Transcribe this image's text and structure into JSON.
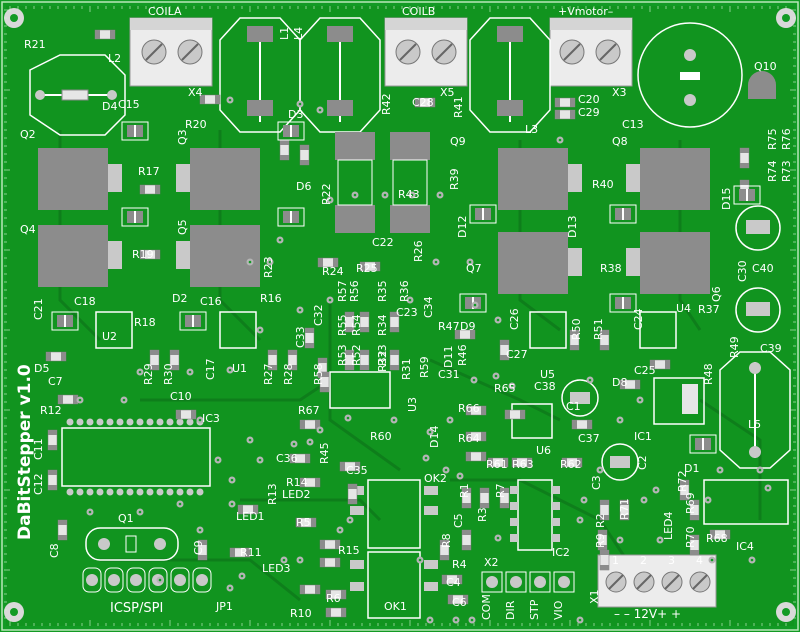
{
  "board": {
    "title": "DaBitStepper v1.0",
    "colors": {
      "pcb": "#129a24",
      "copper": "#0f7d1d",
      "silk": "#ffffff",
      "pad": "#c9c9c9",
      "pad_dark": "#8c8c8c",
      "via": "#b5b5b5"
    }
  },
  "labels": [
    {
      "id": "coila",
      "text": "COILA"
    },
    {
      "id": "coilb",
      "text": "COILB"
    },
    {
      "id": "vmotor",
      "text": "+Vmotor–"
    },
    {
      "id": "r21",
      "text": "R21"
    },
    {
      "id": "l2",
      "text": "L2"
    },
    {
      "id": "x4",
      "text": "X4"
    },
    {
      "id": "l1",
      "text": "L1"
    },
    {
      "id": "l4",
      "text": "L4"
    },
    {
      "id": "x5",
      "text": "X5"
    },
    {
      "id": "x3",
      "text": "X3"
    },
    {
      "id": "q10",
      "text": "Q10"
    },
    {
      "id": "d4",
      "text": "D4"
    },
    {
      "id": "c15",
      "text": "C15"
    },
    {
      "id": "r20",
      "text": "R20"
    },
    {
      "id": "d3",
      "text": "D3"
    },
    {
      "id": "r42",
      "text": "R42"
    },
    {
      "id": "c28",
      "text": "C28"
    },
    {
      "id": "r41",
      "text": "R41"
    },
    {
      "id": "l3",
      "text": "L3"
    },
    {
      "id": "c20",
      "text": "C20"
    },
    {
      "id": "c29",
      "text": "C29"
    },
    {
      "id": "c13",
      "text": "C13"
    },
    {
      "id": "r75",
      "text": "R75"
    },
    {
      "id": "r76",
      "text": "R76"
    },
    {
      "id": "r74",
      "text": "R74"
    },
    {
      "id": "r73",
      "text": "R73"
    },
    {
      "id": "q2",
      "text": "Q2"
    },
    {
      "id": "q3",
      "text": "Q3"
    },
    {
      "id": "r17",
      "text": "R17"
    },
    {
      "id": "d6",
      "text": "D6"
    },
    {
      "id": "r22",
      "text": "R22"
    },
    {
      "id": "r43",
      "text": "R43"
    },
    {
      "id": "q9",
      "text": "Q9"
    },
    {
      "id": "r39",
      "text": "R39"
    },
    {
      "id": "q8",
      "text": "Q8"
    },
    {
      "id": "r40",
      "text": "R40"
    },
    {
      "id": "d15",
      "text": "D15"
    },
    {
      "id": "q4",
      "text": "Q4"
    },
    {
      "id": "q5",
      "text": "Q5"
    },
    {
      "id": "r19",
      "text": "R19"
    },
    {
      "id": "r23",
      "text": "R23"
    },
    {
      "id": "c22",
      "text": "C22"
    },
    {
      "id": "r26",
      "text": "R26"
    },
    {
      "id": "d12",
      "text": "D12"
    },
    {
      "id": "d13",
      "text": "D13"
    },
    {
      "id": "q7",
      "text": "Q7"
    },
    {
      "id": "r38",
      "text": "R38"
    },
    {
      "id": "q6",
      "text": "Q6"
    },
    {
      "id": "c40",
      "text": "C40"
    },
    {
      "id": "c30",
      "text": "C30"
    },
    {
      "id": "r24",
      "text": "R24"
    },
    {
      "id": "r25",
      "text": "R25"
    },
    {
      "id": "c21",
      "text": "C21"
    },
    {
      "id": "c18",
      "text": "C18"
    },
    {
      "id": "d2",
      "text": "D2"
    },
    {
      "id": "c16",
      "text": "C16"
    },
    {
      "id": "r16",
      "text": "R16"
    },
    {
      "id": "r57",
      "text": "R57"
    },
    {
      "id": "r56",
      "text": "R56"
    },
    {
      "id": "r35",
      "text": "R35"
    },
    {
      "id": "r36",
      "text": "R36"
    },
    {
      "id": "d9",
      "text": "D9"
    },
    {
      "id": "c26",
      "text": "C26"
    },
    {
      "id": "c24",
      "text": "C24"
    },
    {
      "id": "u4",
      "text": "U4"
    },
    {
      "id": "r37",
      "text": "R37"
    },
    {
      "id": "c39",
      "text": "C39"
    },
    {
      "id": "r18",
      "text": "R18"
    },
    {
      "id": "u2",
      "text": "U2"
    },
    {
      "id": "r55",
      "text": "R55"
    },
    {
      "id": "r54",
      "text": "R54"
    },
    {
      "id": "r34",
      "text": "R34"
    },
    {
      "id": "c23",
      "text": "C23"
    },
    {
      "id": "c34",
      "text": "C34"
    },
    {
      "id": "r47",
      "text": "R47"
    },
    {
      "id": "r50",
      "text": "R50"
    },
    {
      "id": "r51",
      "text": "R51"
    },
    {
      "id": "r49",
      "text": "R49"
    },
    {
      "id": "c32",
      "text": "C32"
    },
    {
      "id": "c33",
      "text": "C33"
    },
    {
      "id": "r53",
      "text": "R53"
    },
    {
      "id": "r52",
      "text": "R52"
    },
    {
      "id": "r33",
      "text": "R33"
    },
    {
      "id": "r32",
      "text": "R32"
    },
    {
      "id": "d11",
      "text": "D11"
    },
    {
      "id": "r46",
      "text": "R46"
    },
    {
      "id": "c27",
      "text": "C27"
    },
    {
      "id": "u5",
      "text": "U5"
    },
    {
      "id": "c25",
      "text": "C25"
    },
    {
      "id": "r48",
      "text": "R48"
    },
    {
      "id": "d5",
      "text": "D5"
    },
    {
      "id": "r29",
      "text": "R29"
    },
    {
      "id": "r30",
      "text": "R30"
    },
    {
      "id": "c17",
      "text": "C17"
    },
    {
      "id": "u1",
      "text": "U1"
    },
    {
      "id": "r27",
      "text": "R27"
    },
    {
      "id": "r28",
      "text": "R28"
    },
    {
      "id": "r58",
      "text": "R58"
    },
    {
      "id": "r31",
      "text": "R31"
    },
    {
      "id": "r59",
      "text": "R59"
    },
    {
      "id": "c31",
      "text": "C31"
    },
    {
      "id": "d8",
      "text": "D8"
    },
    {
      "id": "c7",
      "text": "C7"
    },
    {
      "id": "c10",
      "text": "C10"
    },
    {
      "id": "r65",
      "text": "R65"
    },
    {
      "id": "c38",
      "text": "C38"
    },
    {
      "id": "c1",
      "text": "C1"
    },
    {
      "id": "r12",
      "text": "R12"
    },
    {
      "id": "ic3",
      "text": "IC3"
    },
    {
      "id": "r67",
      "text": "R67"
    },
    {
      "id": "u3",
      "text": "U3"
    },
    {
      "id": "r66",
      "text": "R66"
    },
    {
      "id": "ic1",
      "text": "IC1"
    },
    {
      "id": "l5",
      "text": "L5"
    },
    {
      "id": "c11",
      "text": "C11"
    },
    {
      "id": "r60",
      "text": "R60"
    },
    {
      "id": "d14",
      "text": "D14"
    },
    {
      "id": "r64",
      "text": "R64"
    },
    {
      "id": "u6",
      "text": "U6"
    },
    {
      "id": "c37",
      "text": "C37"
    },
    {
      "id": "c36",
      "text": "C36"
    },
    {
      "id": "r45",
      "text": "R45"
    },
    {
      "id": "c35",
      "text": "C35"
    },
    {
      "id": "r61",
      "text": "R61"
    },
    {
      "id": "r63",
      "text": "R63"
    },
    {
      "id": "r62",
      "text": "R62"
    },
    {
      "id": "c2",
      "text": "C2"
    },
    {
      "id": "d1",
      "text": "D1"
    },
    {
      "id": "c12",
      "text": "C12"
    },
    {
      "id": "r14",
      "text": "R14"
    },
    {
      "id": "ok2",
      "text": "OK2"
    },
    {
      "id": "r13",
      "text": "R13"
    },
    {
      "id": "led2",
      "text": "LED2"
    },
    {
      "id": "led1",
      "text": "LED1"
    },
    {
      "id": "r1",
      "text": "R1"
    },
    {
      "id": "r3",
      "text": "R3"
    },
    {
      "id": "r7",
      "text": "R7"
    },
    {
      "id": "c3",
      "text": "C3"
    },
    {
      "id": "r71",
      "text": "R71"
    },
    {
      "id": "r72",
      "text": "R72"
    },
    {
      "id": "r69",
      "text": "R69"
    },
    {
      "id": "r5",
      "text": "R5"
    },
    {
      "id": "c5",
      "text": "C5"
    },
    {
      "id": "r9",
      "text": "R9"
    },
    {
      "id": "r2",
      "text": "R2"
    },
    {
      "id": "led4",
      "text": "LED4"
    },
    {
      "id": "r70",
      "text": "R70"
    },
    {
      "id": "r68",
      "text": "R68"
    },
    {
      "id": "ic4",
      "text": "IC4"
    },
    {
      "id": "q1",
      "text": "Q1"
    },
    {
      "id": "c8",
      "text": "C8"
    },
    {
      "id": "c9",
      "text": "C9"
    },
    {
      "id": "r11",
      "text": "R11"
    },
    {
      "id": "r15",
      "text": "R15"
    },
    {
      "id": "r8",
      "text": "R8"
    },
    {
      "id": "ic2",
      "text": "IC2"
    },
    {
      "id": "led3",
      "text": "LED3"
    },
    {
      "id": "r4",
      "text": "R4"
    },
    {
      "id": "x2",
      "text": "X2"
    },
    {
      "id": "pin1",
      "text": "1"
    },
    {
      "id": "pin2",
      "text": "2"
    },
    {
      "id": "pin3",
      "text": "3"
    },
    {
      "id": "pin4",
      "text": "4"
    },
    {
      "id": "r6",
      "text": "R6"
    },
    {
      "id": "c4",
      "text": "C4"
    },
    {
      "id": "c6",
      "text": "C6"
    },
    {
      "id": "x1",
      "text": "X1"
    },
    {
      "id": "icsp",
      "text": "ICSP/SPI"
    },
    {
      "id": "jp1",
      "text": "JP1"
    },
    {
      "id": "r10",
      "text": "R10"
    },
    {
      "id": "ok1",
      "text": "OK1"
    },
    {
      "id": "com",
      "text": "COM"
    },
    {
      "id": "dir",
      "text": "DIR"
    },
    {
      "id": "stp",
      "text": "STP"
    },
    {
      "id": "vio",
      "text": "VIO"
    },
    {
      "id": "v12",
      "text": "–  –  12V+  +"
    }
  ]
}
